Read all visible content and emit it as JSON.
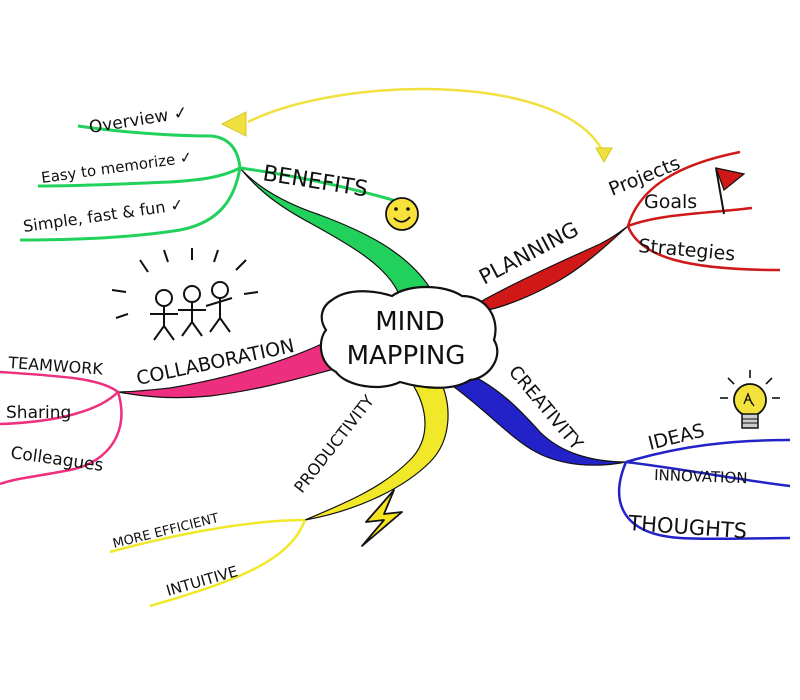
{
  "center": {
    "line1": "MIND",
    "line2": "MAPPING"
  },
  "branches": {
    "benefits": {
      "label": "BENEFITS",
      "color": "#22d15c",
      "items": [
        "Overview ✓",
        "Easy to memorize ✓",
        "Simple, fast & fun ✓"
      ]
    },
    "planning": {
      "label": "PLANNING",
      "color": "#d01818",
      "items": [
        "Projects",
        "Goals",
        "Strategies"
      ]
    },
    "collaboration": {
      "label": "COLLABORATION",
      "color": "#ee2f7f",
      "items": [
        "TEAMWORK",
        "Sharing",
        "Colleagues"
      ]
    },
    "creativity": {
      "label": "CREATIVITY",
      "color": "#2222c8",
      "items": [
        "IDEAS",
        "INNOVATION",
        "THOUGHTS"
      ]
    },
    "productivity": {
      "label": "PRODUCTIVITY",
      "color": "#f2e82a",
      "items": [
        "MORE EFFICIENT",
        "INTUITIVE"
      ]
    }
  },
  "icons": {
    "smiley": "smiley-face-icon",
    "flag": "red-flag-icon",
    "people": "stick-figures-icon",
    "bulb": "light-bulb-icon",
    "lightning": "lightning-bolt-icon",
    "arrow": "link-arrow-icon"
  },
  "colors": {
    "arrow": "#f0e040",
    "smiley": "#f7e13a",
    "bulb": "#f4e23c",
    "lightning": "#f6e51e"
  }
}
